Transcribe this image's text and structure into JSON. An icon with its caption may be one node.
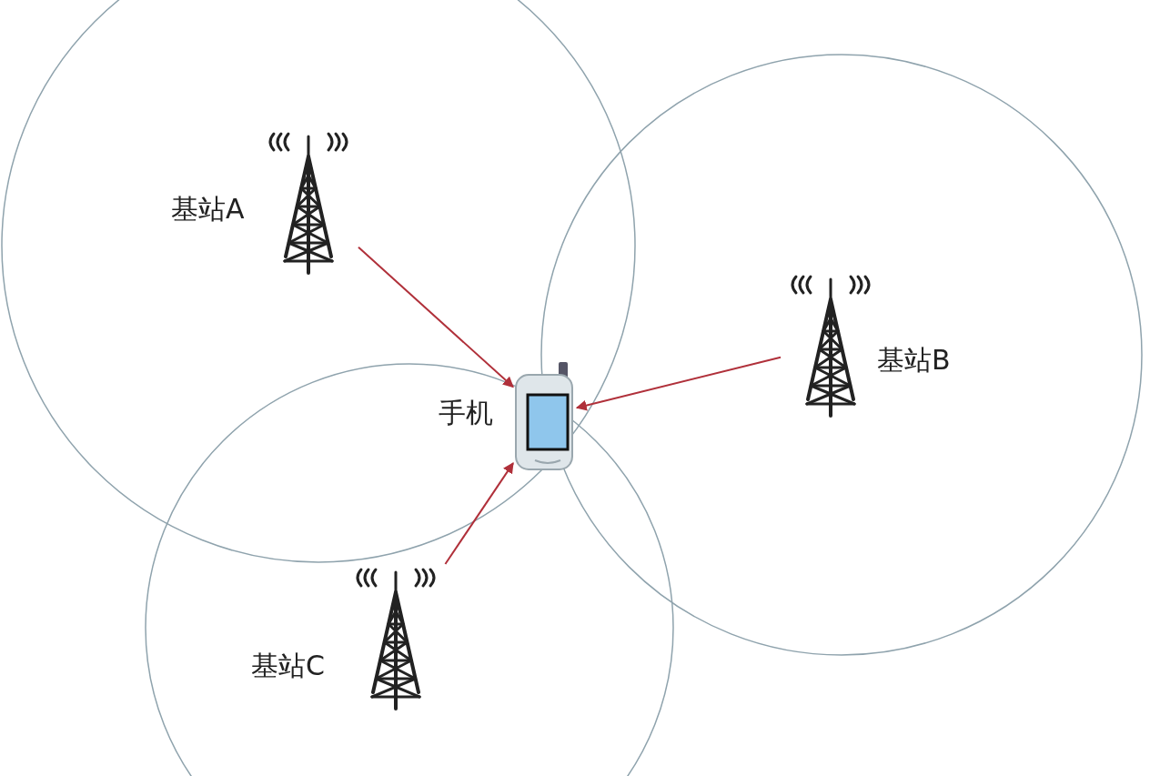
{
  "diagram": {
    "nodes": [
      {
        "text": [],
        "shape": "picture",
        "beside": [
          "基站A"
        ]
      },
      {
        "text": [],
        "shape": "picture",
        "beside": [
          "基站B"
        ]
      },
      {
        "text": [],
        "shape": "picture",
        "beside": [
          "手机"
        ]
      },
      {
        "text": [],
        "shape": "picture",
        "beside": [
          "基站C"
        ]
      }
    ],
    "edges": [
      {
        "from": 0,
        "to": 2,
        "arrow": "to"
      },
      {
        "from": 1,
        "to": 2,
        "arrow": "to"
      },
      {
        "from": 3,
        "to": 2,
        "arrow": "to"
      }
    ]
  }
}
